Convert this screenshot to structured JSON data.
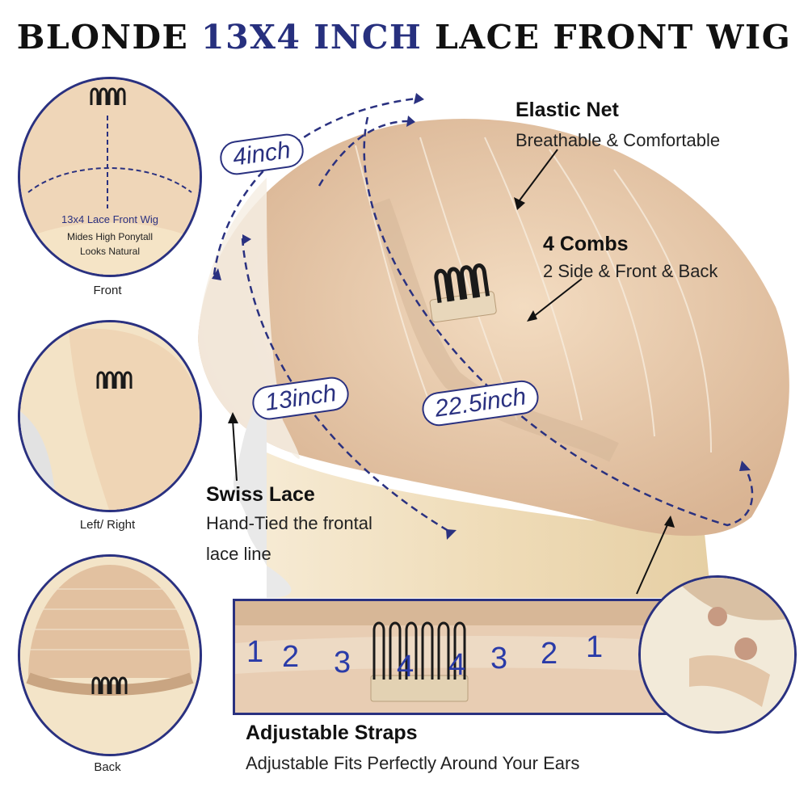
{
  "title": {
    "part1": "BLONDE ",
    "part2": "13X4 INCH",
    "part3": " LACE FRONT WIG"
  },
  "thumbnails": {
    "front": {
      "caption": "Front",
      "inner_title": "13x4 Lace Front Wig",
      "inner_line1": "Mides High Ponytall",
      "inner_line2": "Looks Natural"
    },
    "side": {
      "caption": "Left/ Right"
    },
    "back": {
      "caption": "Back"
    }
  },
  "measurements": {
    "front_width": "4inch",
    "ear_to_ear": "13inch",
    "circumference": "22.5inch"
  },
  "features": {
    "elastic_net": {
      "title": "Elastic Net",
      "desc": "Breathable & Comfortable"
    },
    "combs": {
      "title": "4 Combs",
      "desc": "2 Side & Front & Back"
    },
    "swiss_lace": {
      "title": "Swiss Lace",
      "desc_line1": "Hand-Tied the frontal",
      "desc_line2": "lace line"
    },
    "straps": {
      "title": "Adjustable Straps",
      "desc": "Adjustable Fits Perfectly Around Your Ears"
    }
  },
  "strap_numbers": [
    "1",
    "2",
    "3",
    "4",
    "4",
    "3",
    "2",
    "1"
  ],
  "colors": {
    "accent": "#27307e",
    "wig_cap": "#eccfb2",
    "hair": "#f3e2c3"
  }
}
